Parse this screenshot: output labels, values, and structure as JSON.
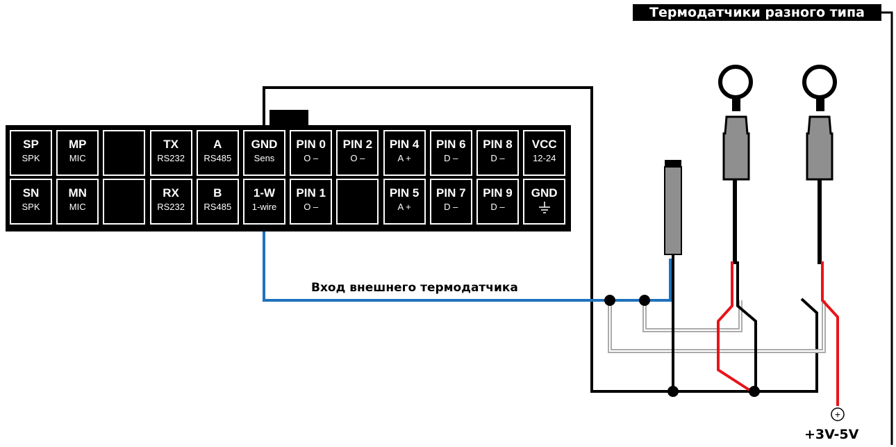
{
  "title": "Термодатчики разного типа",
  "input_label": "Вход внешнего термодатчика",
  "power_label": "+3V-5V",
  "power_symbol": "+",
  "colors": {
    "wire_black": "#000000",
    "wire_blue": "#1f72bc",
    "wire_red": "#e8141b",
    "wire_gray": "#aaaaaa",
    "sensor_body": "#8f8f8f"
  },
  "connector": {
    "top_row": [
      {
        "top": "SP",
        "bottom": "SPK"
      },
      {
        "top": "MP",
        "bottom": "MIC"
      },
      {
        "top": "",
        "bottom": ""
      },
      {
        "top": "TX",
        "bottom": "RS232"
      },
      {
        "top": "A",
        "bottom": "RS485"
      },
      {
        "top": "GND",
        "bottom": "Sens"
      },
      {
        "top": "PIN 0",
        "bottom": "O –"
      },
      {
        "top": "PIN 2",
        "bottom": "O –"
      },
      {
        "top": "PIN 4",
        "bottom": "A +"
      },
      {
        "top": "PIN 6",
        "bottom": "D –"
      },
      {
        "top": "PIN 8",
        "bottom": "D –"
      },
      {
        "top": "VCC",
        "bottom": "12-24"
      }
    ],
    "bottom_row": [
      {
        "top": "SN",
        "bottom": "SPK"
      },
      {
        "top": "MN",
        "bottom": "MIC"
      },
      {
        "top": "",
        "bottom": ""
      },
      {
        "top": "RX",
        "bottom": "RS232"
      },
      {
        "top": "B",
        "bottom": "RS485"
      },
      {
        "top": "1-W",
        "bottom": "1-wire"
      },
      {
        "top": "PIN 1",
        "bottom": "O –"
      },
      {
        "top": "",
        "bottom": ""
      },
      {
        "top": "PIN 5",
        "bottom": "A +"
      },
      {
        "top": "PIN 7",
        "bottom": "D –"
      },
      {
        "top": "PIN 9",
        "bottom": "D –"
      },
      {
        "top": "GND",
        "bottom": "ground-symbol"
      }
    ]
  }
}
